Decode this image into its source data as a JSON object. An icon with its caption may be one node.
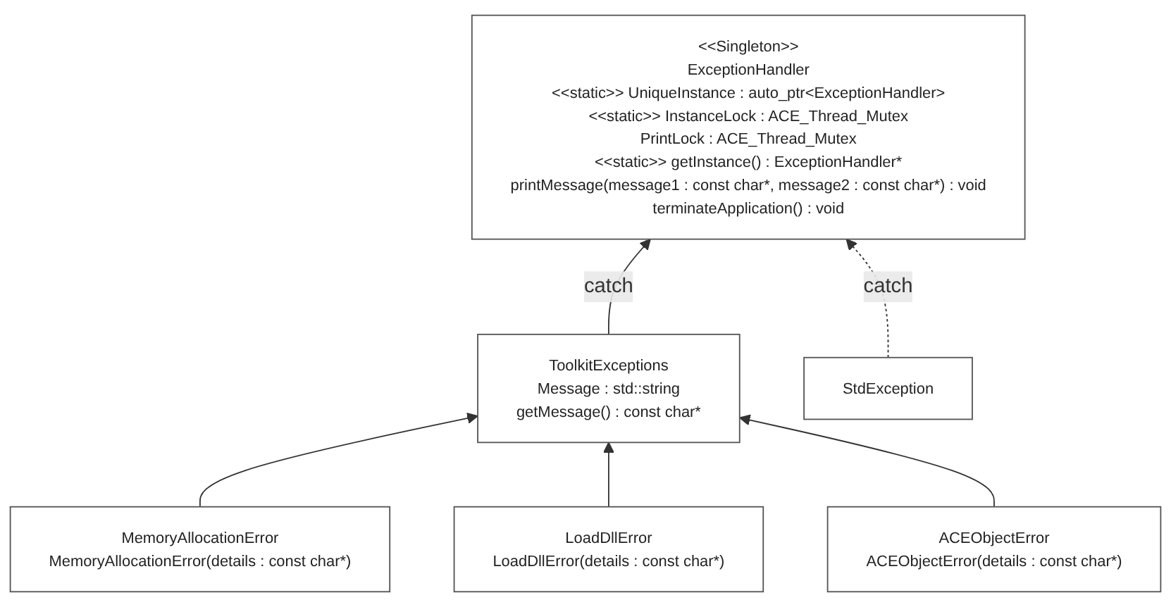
{
  "diagram": {
    "nodes": [
      {
        "text": [
          "<<Singleton>>",
          "ExceptionHandler",
          "<<static>> UniqueInstance : auto_ptr<ExceptionHandler>",
          "<<static>> InstanceLock : ACE_Thread_Mutex",
          "PrintLock : ACE_Thread_Mutex",
          "<<static>> getInstance() : ExceptionHandler*",
          "printMessage(message1 : const char*, message2 : const char*) : void",
          "terminateApplication() : void"
        ]
      },
      {
        "text": [
          "ToolkitExceptions",
          "Message : std::string",
          "getMessage() : const char*"
        ]
      },
      {
        "text": [
          "StdException"
        ]
      },
      {
        "text": [
          "MemoryAllocationError",
          "MemoryAllocationError(details : const char*)"
        ]
      },
      {
        "text": [
          "LoadDllError",
          "LoadDllError(details : const char*)"
        ]
      },
      {
        "text": [
          "ACEObjectError",
          "ACEObjectError(details : const char*)"
        ]
      }
    ],
    "edges": [
      {
        "from": 1,
        "to": 0,
        "arrow": "to",
        "label": "catch"
      },
      {
        "from": 2,
        "to": 0,
        "arrow": "to",
        "label": "catch",
        "style": "dashed"
      },
      {
        "from": 3,
        "to": 1,
        "arrow": "to"
      },
      {
        "from": 4,
        "to": 1,
        "arrow": "to"
      },
      {
        "from": 5,
        "to": 1,
        "arrow": "to"
      }
    ]
  }
}
